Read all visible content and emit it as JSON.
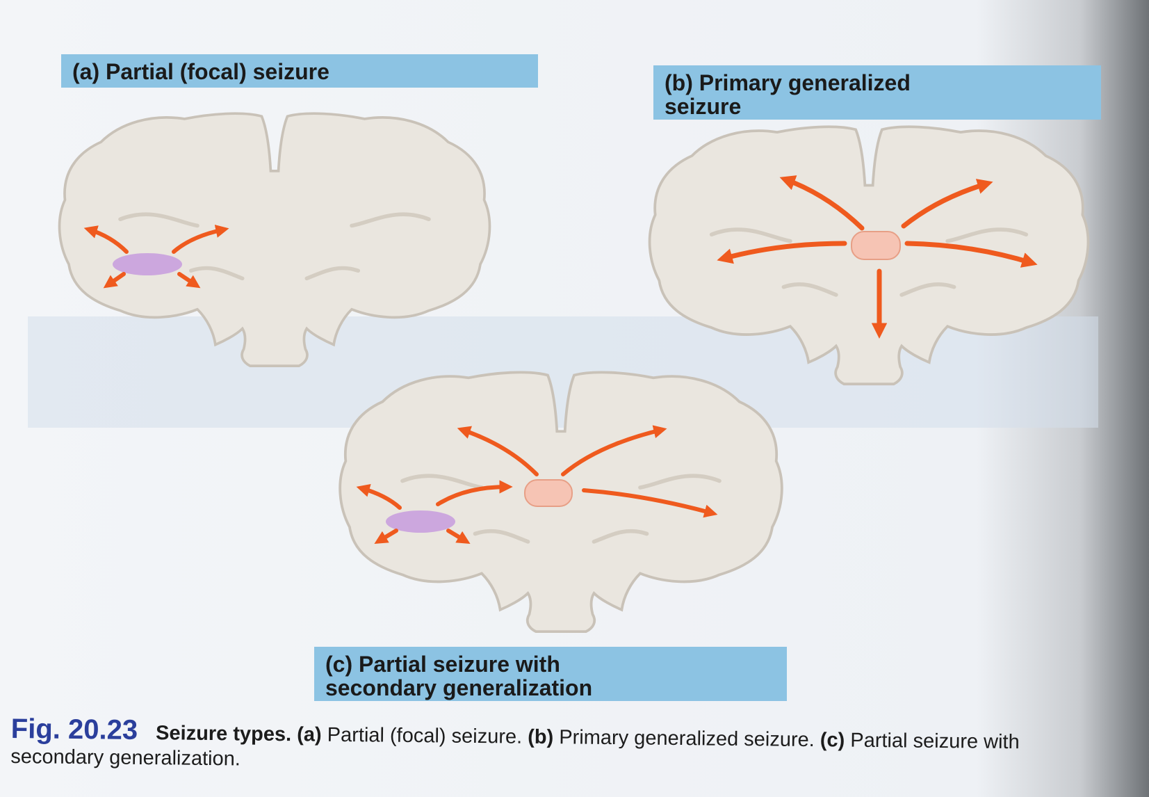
{
  "panels": {
    "a": {
      "label": "(a) Partial (focal) seizure"
    },
    "b": {
      "label_line1": "(b) Primary generalized",
      "label_line2": "seizure"
    },
    "c": {
      "label_line1": "(c) Partial seizure with",
      "label_line2": "secondary generalization"
    }
  },
  "caption": {
    "fig_number": "Fig. 20.23",
    "title": "Seizure types.",
    "a_marker": "(a)",
    "a_text": "Partial (focal) seizure.",
    "b_marker": "(b)",
    "b_text": "Primary generalized seizure.",
    "c_marker": "(c)",
    "c_text": "Partial seizure with secondary generalization."
  },
  "colors": {
    "label_bg": "#8cc3e3",
    "brain_fill": "#eae6df",
    "brain_outline": "#c9c2b8",
    "focal_spot": "#c9a0de",
    "center_spot": "#f6c4b4",
    "arrow": "#ef5a1e",
    "figure_number": "#2b3f9c"
  },
  "icons": {
    "brain": "brain-section-icon",
    "arrow": "spread-arrow-icon"
  }
}
